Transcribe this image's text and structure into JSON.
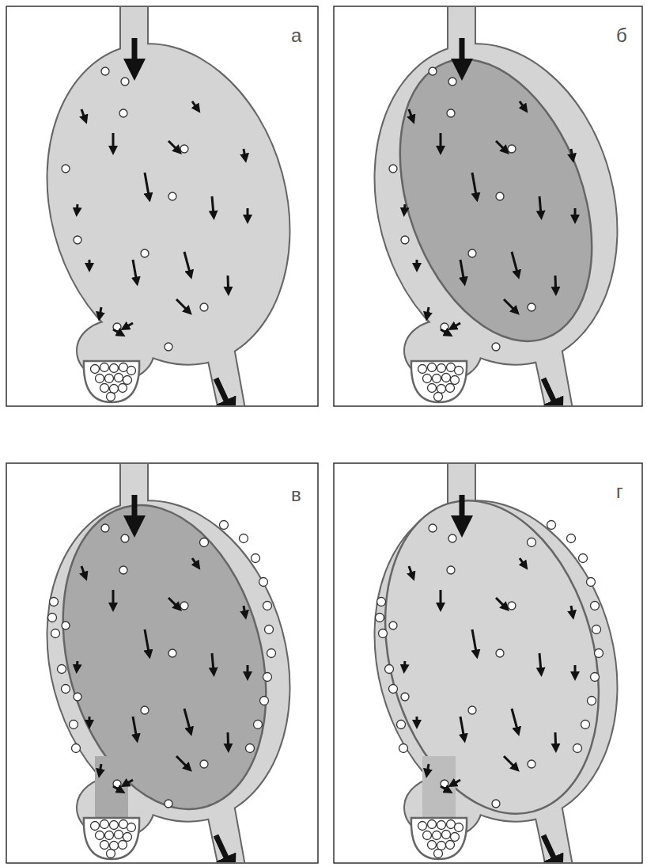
{
  "diagram": {
    "labels": [
      "а",
      "б",
      "в",
      "г"
    ]
  }
}
